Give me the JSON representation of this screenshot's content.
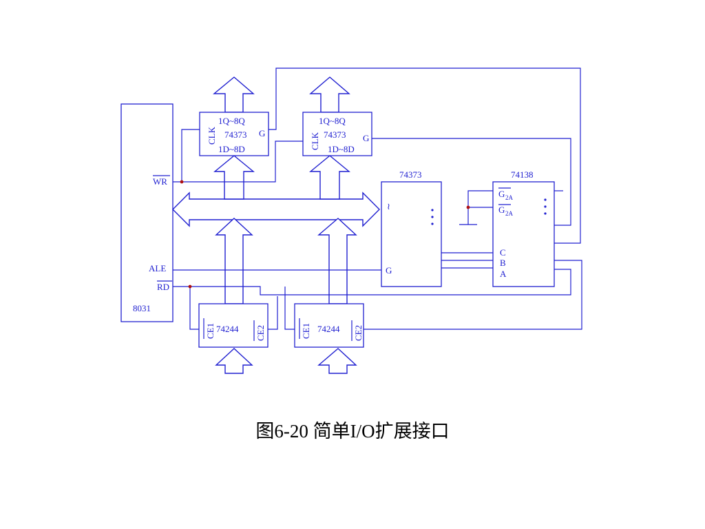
{
  "mcu": {
    "label": "8031",
    "wr": "WR",
    "ale": "ALE",
    "rd": "RD"
  },
  "latch_top_1": {
    "outputs": "1Q~8Q",
    "part": "74373",
    "inputs": "1D~8D",
    "clk": "CLK",
    "gate": "G"
  },
  "latch_top_2": {
    "outputs": "1Q~8Q",
    "part": "74373",
    "inputs": "1D~8D",
    "clk": "CLK",
    "gate": "G"
  },
  "address_latch": {
    "part": "74373",
    "gate": "G",
    "input_mark": "≀"
  },
  "decoder": {
    "part": "74138",
    "g2a": "G",
    "g2b": "G",
    "g2_sub": "2A",
    "c": "C",
    "b": "B",
    "a": "A"
  },
  "buffer_1": {
    "part": "74244",
    "ce1": "CE1",
    "ce2": "CE2"
  },
  "buffer_2": {
    "part": "74244",
    "ce1": "CE1",
    "ce2": "CE2"
  },
  "caption": "图6-20  简单I/O扩展接口",
  "colors": {
    "wire": "#1f1fd0",
    "junction": "#b01010",
    "caption": "#000000"
  }
}
